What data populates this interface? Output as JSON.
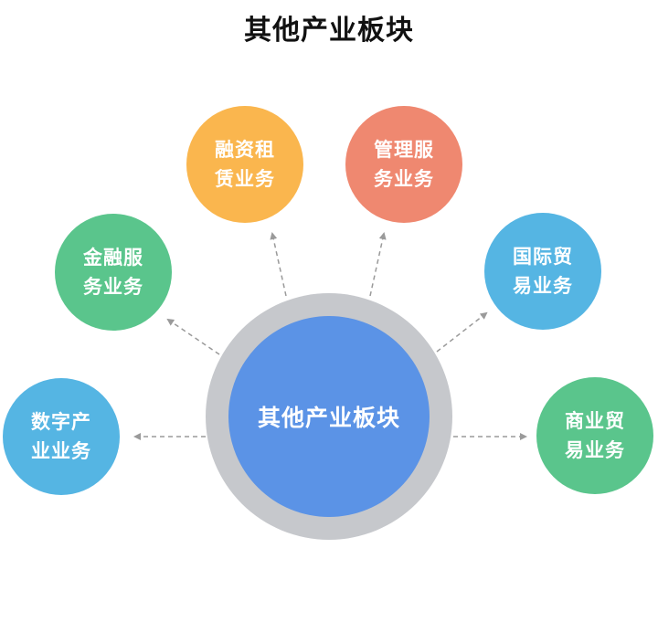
{
  "title": "其他产业板块",
  "hub": {
    "label": "其他产业板块",
    "color": "#5b93e6",
    "ring_color": "#c6c8cc"
  },
  "nodes": [
    {
      "line1": "数字产",
      "line2": "业业务",
      "color": "#55b5e3"
    },
    {
      "line1": "金融服",
      "line2": "务业务",
      "color": "#5ac58c"
    },
    {
      "line1": "融资租",
      "line2": "赁业务",
      "color": "#fab64e"
    },
    {
      "line1": "管理服",
      "line2": "务业务",
      "color": "#ef8870"
    },
    {
      "line1": "国际贸",
      "line2": "易业务",
      "color": "#55b5e3"
    },
    {
      "line1": "商业贸",
      "line2": "易业务",
      "color": "#5ac58c"
    }
  ],
  "connector_color": "#9a9a9a"
}
